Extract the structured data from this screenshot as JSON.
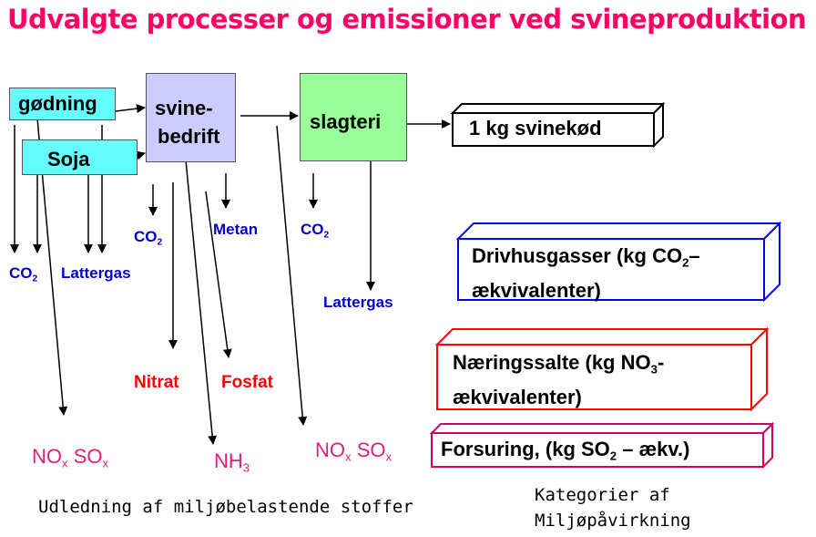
{
  "title": "Udvalgte processer og emissioner ved svineproduktion",
  "boxes": {
    "godning": "gødning",
    "soja": "Soja",
    "svine_line1": "svine-",
    "svine_line2": "bedrift",
    "slagteri": "slagteri",
    "product": "1 kg svinekød"
  },
  "emissions": {
    "co2_left_main": "CO",
    "co2_left_sub": "2",
    "lattergas_left": "Lattergas",
    "co2_mid_main": "CO",
    "co2_mid_sub": "2",
    "metan": "Metan",
    "co2_right_main": "CO",
    "co2_right_sub": "2",
    "lattergas_right": "Lattergas",
    "nitrat": "Nitrat",
    "fosfat": "Fosfat",
    "nox1_a": "NO",
    "nox1_a_sub": "x",
    "nox1_b": " SO",
    "nox1_b_sub": "x",
    "nh3_main": "NH",
    "nh3_sub": "3",
    "nox2_a": "NO",
    "nox2_a_sub": "x",
    "nox2_b": " SO",
    "nox2_b_sub": "x"
  },
  "categories": {
    "drivhus_l1a": "Drivhusgasser (kg CO",
    "drivhus_l1_sub": "2",
    "drivhus_l1b": "–",
    "drivhus_l2": "ækvivalenter)",
    "naering_l1a": "Næringssalte (kg NO",
    "naering_l1_sub": "3",
    "naering_l1b": "-",
    "naering_l2": "ækvivalenter)",
    "forsuring_a": "Forsuring, (kg SO",
    "forsuring_sub": "2",
    "forsuring_b": " – ækv.)"
  },
  "footer": {
    "udledning": "Udledning af miljøbelastende stoffer",
    "kategorier_l1": "Kategorier af",
    "kategorier_l2": "Miljøpåvirkning"
  },
  "colors": {
    "title": "#ff0066",
    "emission_blue": "#0000cc",
    "emission_red": "#ff0000",
    "pollutant_pink": "#e0207a",
    "drivhus_border": "#0000ff",
    "naering_border": "#ff0000",
    "forsuring_border": "#cc0066"
  }
}
